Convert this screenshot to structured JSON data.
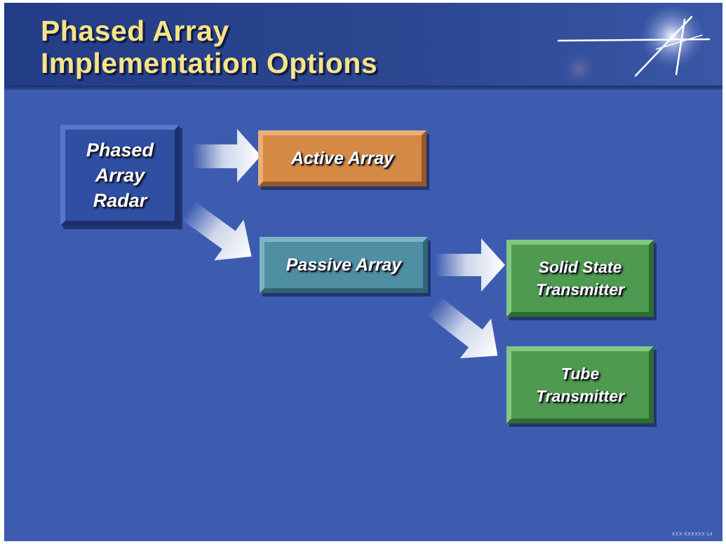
{
  "title": {
    "line1": "Phased Array",
    "line2": "Implementation Options"
  },
  "nodes": {
    "radar": {
      "lines": [
        "Phased",
        "Array",
        "Radar"
      ]
    },
    "active": {
      "label": "Active Array"
    },
    "passive": {
      "label": "Passive Array"
    },
    "solid_state": {
      "lines": [
        "Solid State",
        "Transmitter"
      ]
    },
    "tube": {
      "lines": [
        "Tube",
        "Transmitter"
      ]
    }
  },
  "edges": [
    {
      "from": "radar",
      "to": "active"
    },
    {
      "from": "radar",
      "to": "passive"
    },
    {
      "from": "passive",
      "to": "solid_state"
    },
    {
      "from": "passive",
      "to": "tube"
    }
  ],
  "footer": {
    "code": "XXX-XXXXXX-14"
  },
  "colors": {
    "background": "#3d5cb0",
    "title": "#f6e487",
    "radar_box": "#2f4fa3",
    "active_box": "#d48a45",
    "passive_box": "#4f8fa3",
    "transmitter_box": "#4e9a50",
    "arrow": "#ffffff"
  },
  "icons": {
    "logo": "star-streak-logo-icon"
  }
}
